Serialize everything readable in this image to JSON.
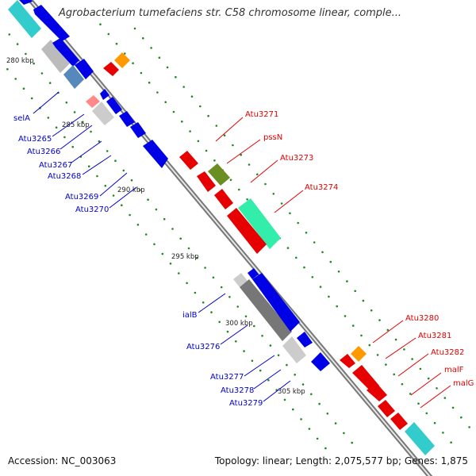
{
  "title": "Agrobacterium tumefaciens str. C58 chromosome linear, comple...",
  "footer": {
    "accession": "Accession: NC_003063",
    "summary": "Topology: linear; Length: 2,075,577 bp; Genes: 1,875"
  },
  "ticks": [
    "280 kbp",
    "285 kbp",
    "290 kbp",
    "295 kbp",
    "300 kbp",
    "305 kbp"
  ],
  "left_labels": [
    "selA",
    "Atu3265",
    "Atu3266",
    "Atu3267",
    "Atu3268",
    "Atu3269",
    "Atu3270",
    "ialB",
    "Atu3276",
    "Atu3277",
    "Atu3278",
    "Atu3279"
  ],
  "right_labels": [
    "Atu3271",
    "pssN",
    "Atu3273",
    "Atu3274",
    "Atu3280",
    "Atu3281",
    "Atu3282",
    "malF",
    "malG"
  ],
  "colors": {
    "backbone": "#8c8c8c",
    "reverse_strand_label": "#0000cc",
    "forward_strand_label": "#e00000",
    "blue_gene": "#0000e6",
    "red_gene": "#e60000",
    "cyan_gene": "#33cccc",
    "grey_gene": "#bbbbbb",
    "dark_grey_gene": "#777777",
    "steel_blue_gene": "#5588bb",
    "orange_gene": "#ff9900",
    "olive_gene": "#6b8e23",
    "aquamarine_gene": "#33eeaa",
    "pink_gene": "#ff8888",
    "dot_track": "#228822"
  }
}
